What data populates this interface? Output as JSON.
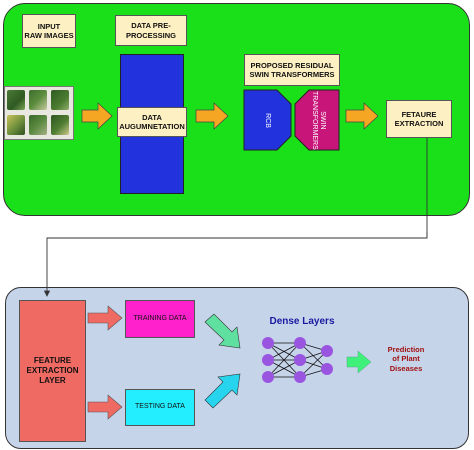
{
  "input_label": "INPUT\nRAW IMAGES",
  "preprocess_label": "DATA PRE-\nPROCESSING",
  "augmentation_label": "DATA\nAUGUMNETATION",
  "swin_title": "PROPOSED RESIDUAL\nSWIN TRANSFORMERS",
  "rcb_label": "RCB",
  "swin_block_label": "SWIN\nTRANSFORMERS",
  "fetaure_label": "FETAURE\nEXTRACTION",
  "feature_layer_label": "FEATURE\nEXTRACTION\nLAYER",
  "training_label": "TRAINING DATA",
  "testing_label": "TESTING DATA",
  "dense_label": "Dense Layers",
  "prediction_label": "Prediction\nof Plant\nDiseases",
  "colors": {
    "top_panel": "#1ae01a",
    "bottom_panel": "#c6d4ea",
    "blue_block": "#2233dd",
    "magenta_block": "#c8157a",
    "feature_layer": "#f06a64",
    "training": "#ff22cc",
    "testing": "#22eeff",
    "orange_arrow": "#f5a623",
    "prediction_text": "#a01010",
    "dense_text": "#1a1aa0",
    "node": "#9a55e0"
  }
}
